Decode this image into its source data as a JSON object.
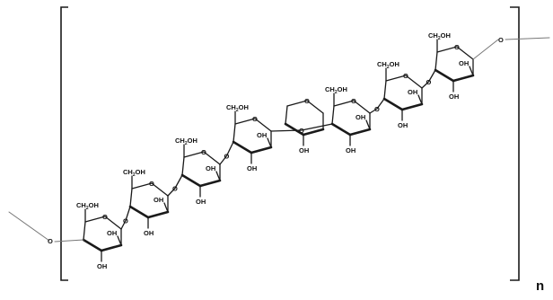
{
  "substituent_labels": {
    "ch2oh_main": "CH",
    "ch2oh_sub": "2",
    "ch2oh_tail": "OH",
    "hydroxyl": "OH",
    "ring_oxygen": "O",
    "linkage_oxygen": "O"
  },
  "repeat_subscript": "n",
  "ring_count": 8,
  "colors": {
    "line": "#1a1a1a",
    "link": "#777777",
    "background": "#ffffff"
  }
}
